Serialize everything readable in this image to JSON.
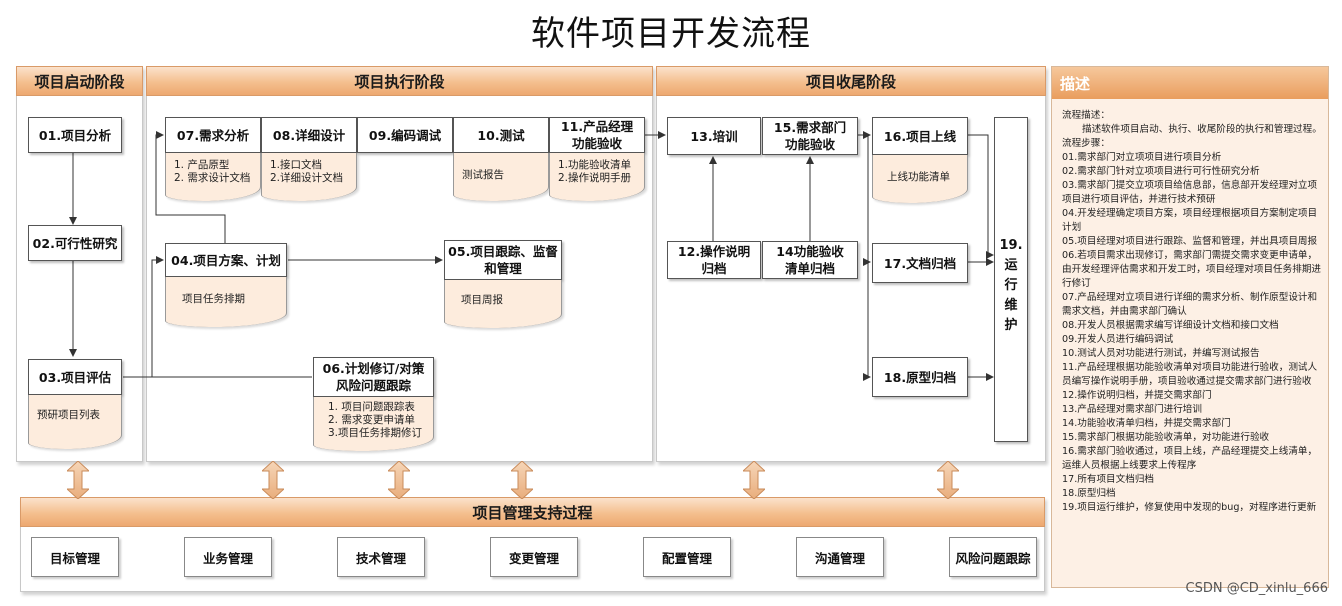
{
  "title": "软件项目开发流程",
  "phases": {
    "start": "项目启动阶段",
    "exec": "项目执行阶段",
    "close": "项目收尾阶段",
    "support": "项目管理支持过程",
    "desc": "描述"
  },
  "nodes": {
    "n01": "01.项目分析",
    "n02": "02.可行性研究",
    "n03": "03.项目评估",
    "n04": "04.项目方案、计划",
    "n05_1": "05.项目跟踪、监督",
    "n05_2": "和管理",
    "n06_1": "06.计划修订/对策",
    "n06_2": "风险问题跟踪",
    "n07": "07.需求分析",
    "n08": "08.详细设计",
    "n09": "09.编码调试",
    "n10": "10.测试",
    "n11_1": "11.产品经理",
    "n11_2": "功能验收",
    "n12_1": "12.操作说明",
    "n12_2": "归档",
    "n13": "13.培训",
    "n14_1": "14功能验收",
    "n14_2": "清单归档",
    "n15_1": "15.需求部门",
    "n15_2": "功能验收",
    "n16": "16.项目上线",
    "n17": "17.文档归档",
    "n18": "18.原型归档",
    "n19_1": "19.",
    "n19_2": "运",
    "n19_3": "行",
    "n19_4": "维",
    "n19_5": "护"
  },
  "docs": {
    "d03": [
      "预研项目列表"
    ],
    "d04": [
      "项目任务排期"
    ],
    "d05": [
      "项目周报"
    ],
    "d06": [
      "1. 项目问题跟踪表",
      "2. 需求变更申请单",
      "3.项目任务排期修订"
    ],
    "d07": [
      "1. 产品原型",
      "2. 需求设计文档"
    ],
    "d08": [
      "1.接口文档",
      "2.详细设计文档"
    ],
    "d10": [
      "测试报告"
    ],
    "d11": [
      "1.功能验收清单",
      "2.操作说明手册"
    ],
    "d16": [
      "上线功能清单"
    ]
  },
  "management": [
    "目标管理",
    "业务管理",
    "技术管理",
    "变更管理",
    "配置管理",
    "沟通管理",
    "风险问题跟踪"
  ],
  "description": {
    "intro_label": "流程描述：",
    "intro_text": "描述软件项目启动、执行、收尾阶段的执行和管理过程。",
    "steps_label": "流程步骤：",
    "steps": [
      "01.需求部门对立项项目进行项目分析",
      "02.需求部门针对立项项目进行可行性研究分析",
      "03.需求部门提交立项项目给信息部，信息部开发经理对立项项目进行项目评估，并进行技术预研",
      "04.开发经理确定项目方案，项目经理根据项目方案制定项目计划",
      "05.项目经理对项目进行跟踪、监督和管理，并出具项目周报",
      "06.若项目需求出现修订，需求部门需提交需求变更申请单，由开发经理评估需求和开发工时，项目经理对项目任务排期进行修订",
      "07.产品经理对立项目进行详细的需求分析、制作原型设计和需求文档，并由需求部门确认",
      "08.开发人员根据需求编写详细设计文档和接口文档",
      "09.开发人员进行编码调试",
      "10.测试人员对功能进行测试，并编写测试报告",
      "11.产品经理根据功能验收清单对项目功能进行验收，测试人员编写操作说明手册，项目验收通过提交需求部门进行验收",
      "12.操作说明归档，并提交需求部门",
      "13.产品经理对需求部门进行培训",
      "14.功能验收清单归档，并提交需求部门",
      "15.需求部门根据功能验收清单，对功能进行验收",
      "16.需求部门验收通过，项目上线，产品经理提交上线清单，运维人员根据上线要求上传程序",
      "17.所有项目文档归档",
      "18.原型归档",
      "19.项目运行维护，修复使用中发现的bug，对程序进行更新"
    ]
  },
  "watermark": "CSDN @CD_xinlu_666",
  "colors": {
    "band": "#f4bf8e",
    "doc": "#fdecdd",
    "panel": "#fdf0e5",
    "arrow": "#eec4a0"
  }
}
